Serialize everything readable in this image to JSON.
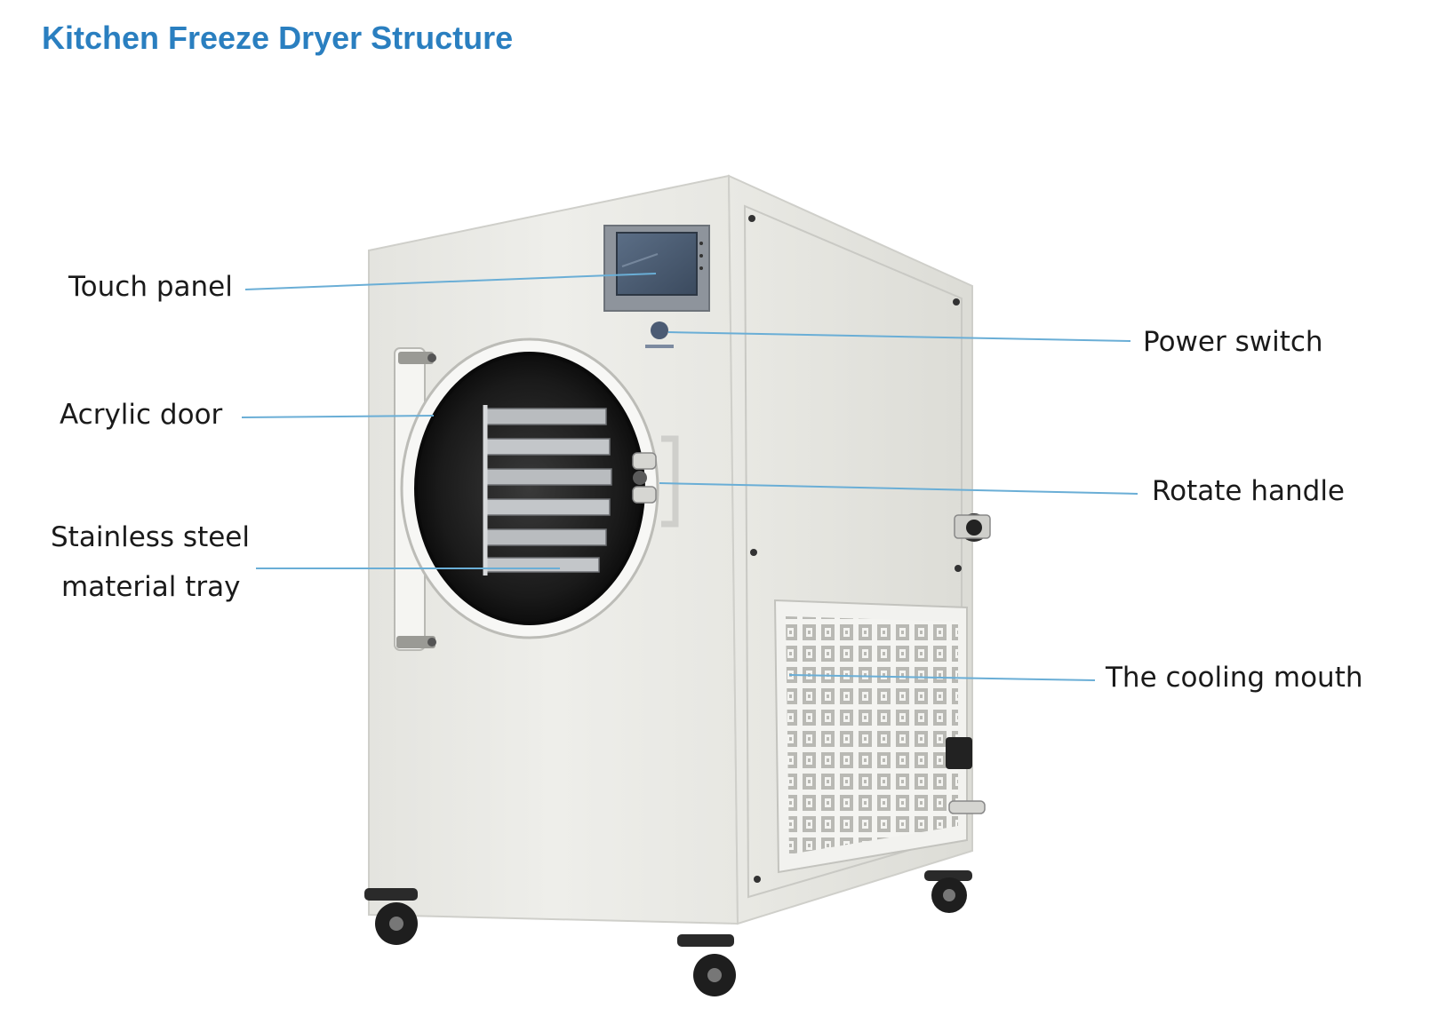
{
  "title": "Kitchen Freeze Dryer Structure",
  "labels": {
    "touch_panel": "Touch panel",
    "acrylic_door": "Acrylic door",
    "tray_line1": "Stainless steel",
    "tray_line2": "material tray",
    "power_switch": "Power switch",
    "rotate_handle": "Rotate handle",
    "cooling_mouth": "The cooling mouth"
  },
  "colors": {
    "title": "#2a7fc0",
    "leader_line": "#6aaed6",
    "body_front": "#ebebe6",
    "body_side": "#e3e3dd",
    "body_top": "#f3f3ef"
  }
}
